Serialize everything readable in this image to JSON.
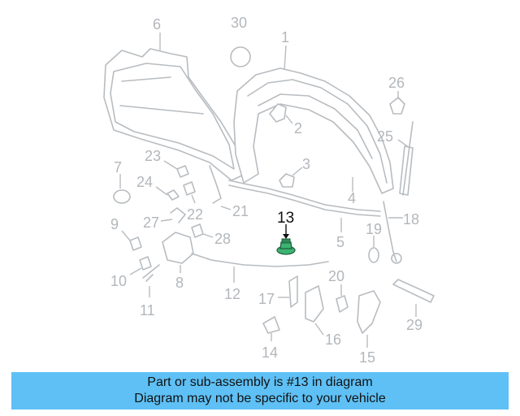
{
  "callouts": {
    "c1": "1",
    "c2": "2",
    "c3": "3",
    "c4": "4",
    "c5": "5",
    "c6": "6",
    "c7": "7",
    "c8": "8",
    "c9": "9",
    "c10": "10",
    "c11": "11",
    "c12": "12",
    "c13": "13",
    "c14": "14",
    "c15": "15",
    "c16": "16",
    "c17": "17",
    "c18": "18",
    "c19": "19",
    "c20": "20",
    "c21": "21",
    "c22": "22",
    "c23": "23",
    "c24": "24",
    "c25": "25",
    "c26": "26",
    "c27": "27",
    "c28": "28",
    "c29": "29",
    "c30": "30"
  },
  "highlight": {
    "part_number": "13",
    "color": "#3cb371"
  },
  "banner": {
    "line1": "Part or sub-assembly is #13 in diagram",
    "line2": "Diagram may not be specific to your vehicle",
    "background": "#5ec0f5"
  }
}
